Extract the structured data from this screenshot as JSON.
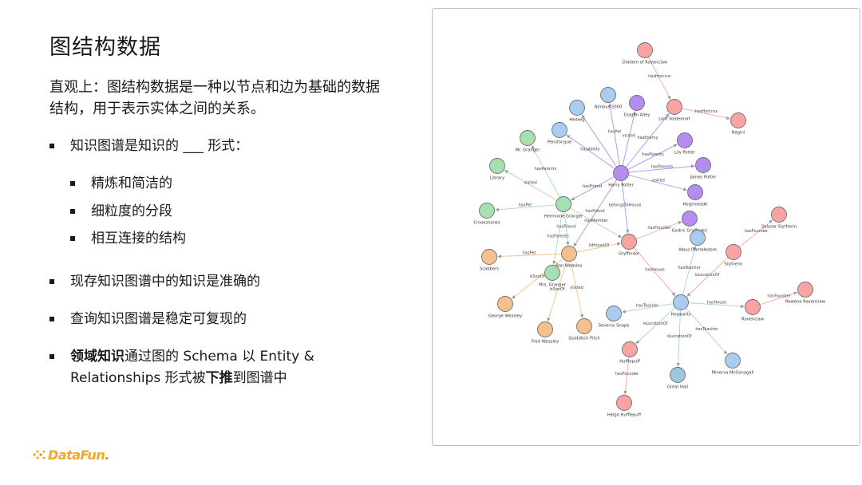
{
  "slide": {
    "title": "图结构数据",
    "intro": "直观上：图结构数据是一种以节点和边为基础的数据结构，用于表示实体之间的关系。",
    "bullets": [
      {
        "text": "知识图谱是知识的 ___ 形式："
      },
      {
        "text": "精炼和简洁的"
      },
      {
        "text": "细粒度的分段"
      },
      {
        "text": "相互连接的结构"
      },
      {
        "text": "现存知识图谱中的知识是准确的"
      },
      {
        "text": "查询知识图谱是稳定可复现的"
      },
      {
        "bold1": "领域知识",
        "mid1": "通过图的 Schema 以 Entity & Relationships 形式被",
        "bold2": "下推",
        "end": "到图谱中"
      }
    ]
  },
  "logo": {
    "text_a": "DataFun",
    "text_b": "."
  },
  "graph": {
    "colors": {
      "red": "#f9a3a3",
      "red_dark": "#ef8f8f",
      "purple": "#b58cf2",
      "green": "#a6dfb1",
      "orange": "#f6c08e",
      "blue": "#a9cdef",
      "blue_dark": "#8bb8ec",
      "teal": "#9ec7dc",
      "edge": "#b0b0b0"
    },
    "nodes": [
      {
        "id": "diadem",
        "label": "Diadem of Ravenclaw",
        "color": "red"
      },
      {
        "id": "nimbus",
        "label": "Nimbus 2000",
        "color": "blue"
      },
      {
        "id": "hedwig",
        "label": "Hedwig",
        "color": "blue"
      },
      {
        "id": "diagon",
        "label": "Diagon Alley",
        "color": "purple"
      },
      {
        "id": "voldemort",
        "label": "Lord Voldemort",
        "color": "red"
      },
      {
        "id": "nagini",
        "label": "Nagini",
        "color": "red"
      },
      {
        "id": "pensfongue",
        "label": "Pensfongue",
        "color": "blue"
      },
      {
        "id": "lily",
        "label": "Lily Potter",
        "color": "purple"
      },
      {
        "id": "mrgranger",
        "label": "Mr. Granger",
        "color": "green"
      },
      {
        "id": "james",
        "label": "James Potter",
        "color": "purple"
      },
      {
        "id": "library",
        "label": "Library",
        "color": "green"
      },
      {
        "id": "harry",
        "label": "Harry Potter",
        "color": "purple"
      },
      {
        "id": "hogsmeade",
        "label": "Hogsmeade",
        "color": "purple"
      },
      {
        "id": "hermione",
        "label": "Hermione Granger",
        "color": "green"
      },
      {
        "id": "crookshanks",
        "label": "Crookshanks",
        "color": "green"
      },
      {
        "id": "godric",
        "label": "Godric Gryffindor",
        "color": "purple"
      },
      {
        "id": "salazar",
        "label": "Salazar Slytherin",
        "color": "red"
      },
      {
        "id": "dumbledore",
        "label": "Albus Dumbledore",
        "color": "blue"
      },
      {
        "id": "gryffindor",
        "label": "Gryffindor",
        "color": "red"
      },
      {
        "id": "scabbers",
        "label": "Scabbers",
        "color": "orange"
      },
      {
        "id": "ron",
        "label": "Ron Weasley",
        "color": "orange"
      },
      {
        "id": "slytherin",
        "label": "Slytherin",
        "color": "red"
      },
      {
        "id": "mrsgranger",
        "label": "Mrs. Granger",
        "color": "green"
      },
      {
        "id": "rowena",
        "label": "Rowena Ravenclaw",
        "color": "red"
      },
      {
        "id": "george",
        "label": "George Weasley",
        "color": "orange"
      },
      {
        "id": "hogwarts",
        "label": "Hogwarts",
        "color": "blue"
      },
      {
        "id": "ravenclaw",
        "label": "Ravenclaw",
        "color": "red"
      },
      {
        "id": "snape",
        "label": "Severus Snape",
        "color": "blue"
      },
      {
        "id": "fred",
        "label": "Fred Weasley",
        "color": "orange"
      },
      {
        "id": "quidditch",
        "label": "Quidditch Pitch",
        "color": "orange"
      },
      {
        "id": "hufflepuff",
        "label": "Hufflepuff",
        "color": "red"
      },
      {
        "id": "mcgonagall",
        "label": "Minerva McGonagall",
        "color": "blue"
      },
      {
        "id": "greathall",
        "label": "Great Hall",
        "color": "teal"
      },
      {
        "id": "helga",
        "label": "Helga Hufflepuff",
        "color": "red"
      }
    ],
    "edges": [
      {
        "from": "diadem",
        "to": "voldemort",
        "label": "hasHorcrux"
      },
      {
        "from": "voldemort",
        "to": "nagini",
        "label": "hasHorcrux"
      },
      {
        "from": "harry",
        "to": "voldemort",
        "label": "hasEnemy"
      },
      {
        "from": "harry",
        "to": "nimbus",
        "label": "hasPet"
      },
      {
        "from": "harry",
        "to": "hedwig",
        "label": ""
      },
      {
        "from": "harry",
        "to": "diagon",
        "label": "visited"
      },
      {
        "from": "harry",
        "to": "pensfongue",
        "label": "hasAbility"
      },
      {
        "from": "harry",
        "to": "lily",
        "label": "hasParents"
      },
      {
        "from": "harry",
        "to": "james",
        "label": "hasParents"
      },
      {
        "from": "harry",
        "to": "hogsmeade",
        "label": "visited"
      },
      {
        "from": "harry",
        "to": "hermione",
        "label": "hasFriend"
      },
      {
        "from": "harry",
        "to": "ron",
        "label": "hasFriend"
      },
      {
        "from": "harry",
        "to": "gryffindor",
        "label": "belongsToHouse"
      },
      {
        "from": "hermione",
        "to": "mrgranger",
        "label": "hasParents"
      },
      {
        "from": "hermione",
        "to": "library",
        "label": "visited"
      },
      {
        "from": "hermione",
        "to": "crookshanks",
        "label": "hasPet"
      },
      {
        "from": "hermione",
        "to": "ron",
        "label": "hasFriend"
      },
      {
        "from": "hermione",
        "to": "mrsgranger",
        "label": "hasParents"
      },
      {
        "from": "hermione",
        "to": "gryffindor",
        "label": "hasMember"
      },
      {
        "from": "gryffindor",
        "to": "godric",
        "label": "hasFounder"
      },
      {
        "from": "gryffindor",
        "to": "hogwarts",
        "label": "hasHouse"
      },
      {
        "from": "ron",
        "to": "scabbers",
        "label": "hasPet"
      },
      {
        "from": "ron",
        "to": "gryffindor",
        "label": "isHouseOf"
      },
      {
        "from": "ron",
        "to": "george",
        "label": "isSonOf"
      },
      {
        "from": "ron",
        "to": "fred",
        "label": "isSonOf"
      },
      {
        "from": "ron",
        "to": "quidditch",
        "label": "visited"
      },
      {
        "from": "slytherin",
        "to": "salazar",
        "label": "hasFounder"
      },
      {
        "from": "slytherin",
        "to": "hogwarts",
        "label": "isLocationOf"
      },
      {
        "from": "hogwarts",
        "to": "ravenclaw",
        "label": "hasHouse"
      },
      {
        "from": "ravenclaw",
        "to": "rowena",
        "label": "hasFounder"
      },
      {
        "from": "hogwarts",
        "to": "snape",
        "label": "hasTeacher"
      },
      {
        "from": "hogwarts",
        "to": "mcgonagall",
        "label": "hasTeacher"
      },
      {
        "from": "hogwarts",
        "to": "hufflepuff",
        "label": "isLocationOf"
      },
      {
        "from": "hogwarts",
        "to": "greathall",
        "label": "isLocationOf"
      },
      {
        "from": "hufflepuff",
        "to": "helga",
        "label": "hasFounder"
      },
      {
        "from": "hogwarts",
        "to": "dumbledore",
        "label": "hasTeacher"
      }
    ]
  }
}
